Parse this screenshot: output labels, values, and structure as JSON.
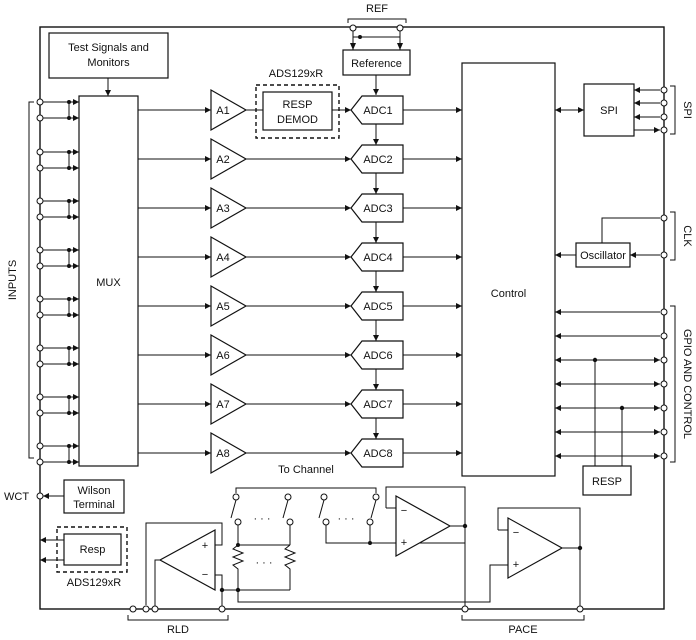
{
  "labels": {
    "ref": "REF",
    "reference": "Reference",
    "test_signals_line1": "Test Signals and",
    "test_signals_line2": "Monitors",
    "ads_top": "ADS129xR",
    "resp_demod_line1": "RESP",
    "resp_demod_line2": "DEMOD",
    "mux": "MUX",
    "inputs": "INPUTS",
    "control": "Control",
    "spi": "SPI",
    "spi_side": "SPI",
    "oscillator": "Oscillator",
    "clk_side": "CLK",
    "gpio_side": "GPIO AND CONTROL",
    "resp_right": "RESP",
    "to_channel": "To Channel",
    "wct": "WCT",
    "wilson_line1": "Wilson",
    "wilson_line2": "Terminal",
    "resp_left": "Resp",
    "ads_bottom": "ADS129xR",
    "rld": "RLD",
    "pace": "PACE",
    "dots": "· · ·",
    "plus": "+",
    "minus": "−"
  },
  "amplifiers": [
    "A1",
    "A2",
    "A3",
    "A4",
    "A5",
    "A6",
    "A7",
    "A8"
  ],
  "adcs": [
    "ADC1",
    "ADC2",
    "ADC3",
    "ADC4",
    "ADC5",
    "ADC6",
    "ADC7",
    "ADC8"
  ]
}
